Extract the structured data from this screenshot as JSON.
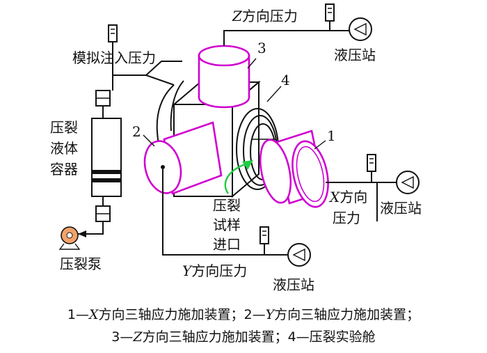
{
  "labels": {
    "z_pressure_prefix": "Z",
    "z_pressure_suffix": "方向压力",
    "hydraulic_top": "液压站",
    "simulated_injection": "模拟注入压力",
    "num_3": "3",
    "num_4": "4",
    "num_2": "2",
    "num_1": "1",
    "container_line1": "压裂",
    "container_line2": "液体",
    "container_line3": "容器",
    "x_pressure_prefix": "X",
    "x_pressure_suffix": "方向",
    "x_pressure_line2": "压力",
    "hydraulic_right": "液压站",
    "inlet_line1": "压裂",
    "inlet_line2": "试样",
    "inlet_line3": "进口",
    "pump": "压裂泵",
    "y_pressure_prefix": "Y",
    "y_pressure_suffix": "方向压力",
    "hydraulic_bottom": "液压站"
  },
  "caption": {
    "line1_a": "1—",
    "line1_b": "X",
    "line1_c": "方向三轴应力施加装置；2—",
    "line1_d": "Y",
    "line1_e": "方向三轴应力施加装置；",
    "line2_a": "3—",
    "line2_b": "Z",
    "line2_c": "方向三轴应力施加装置；4—压裂实验舱"
  },
  "colors": {
    "cylinder_outline": "#d000d0",
    "inlet_arrow": "#22cc44",
    "pump_fill": "#f2a26a"
  }
}
